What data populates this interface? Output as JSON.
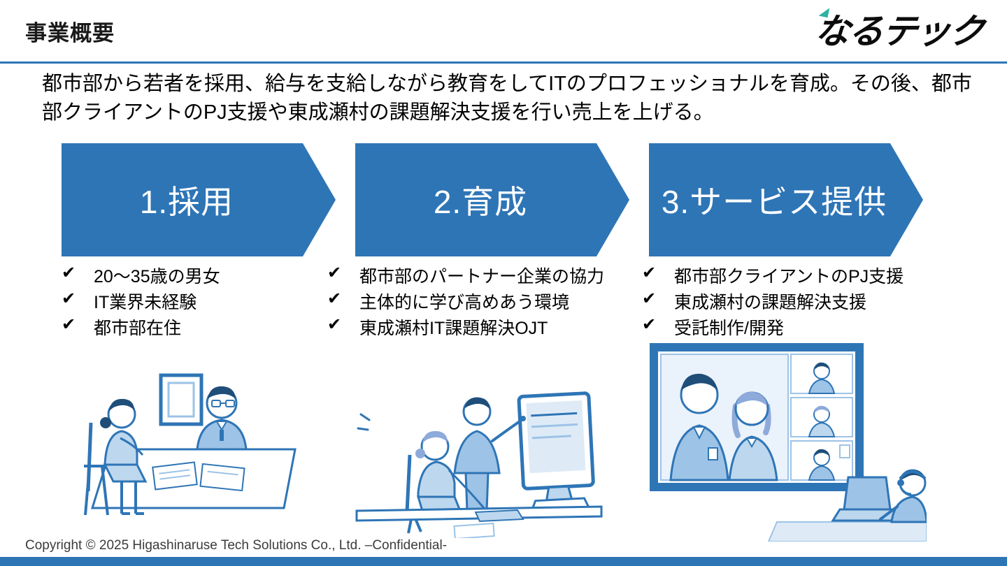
{
  "colors": {
    "accent": "#2E75B6",
    "accent_light": "#9DC3E6",
    "accent_pale": "#DEEBF7",
    "logo_teal": "#2BB3A3"
  },
  "header": {
    "title": "事業概要",
    "logo_text": "なるテック"
  },
  "intro": "都市部から若者を採用、給与を支給しながら教育をしてITのプロフェッショナルを育成。その後、都市部クライアントのPJ支援や東成瀬村の課題解決支援を行い売上を上げる。",
  "icons": {
    "check": "✔"
  },
  "steps": [
    {
      "label": "1.採用",
      "items": [
        "20～35歳の男女",
        "IT業界未経験",
        "都市部在住"
      ],
      "illustration": "interview-scene"
    },
    {
      "label": "2.育成",
      "items": [
        "都市部のパートナー企業の協力",
        "主体的に学び高めあう環境",
        "東成瀬村IT課題解決OJT"
      ],
      "illustration": "pair-learning-at-computer-scene"
    },
    {
      "label": "3.サービス提供",
      "items": [
        "都市部クライアントのPJ支援",
        "東成瀬村の課題解決支援",
        "受託制作/開発"
      ],
      "illustration": "video-conference-scene"
    }
  ],
  "footer": {
    "copyright": "Copyright © 2025 Higashinaruse Tech Solutions Co., Ltd. –Confidential-"
  }
}
